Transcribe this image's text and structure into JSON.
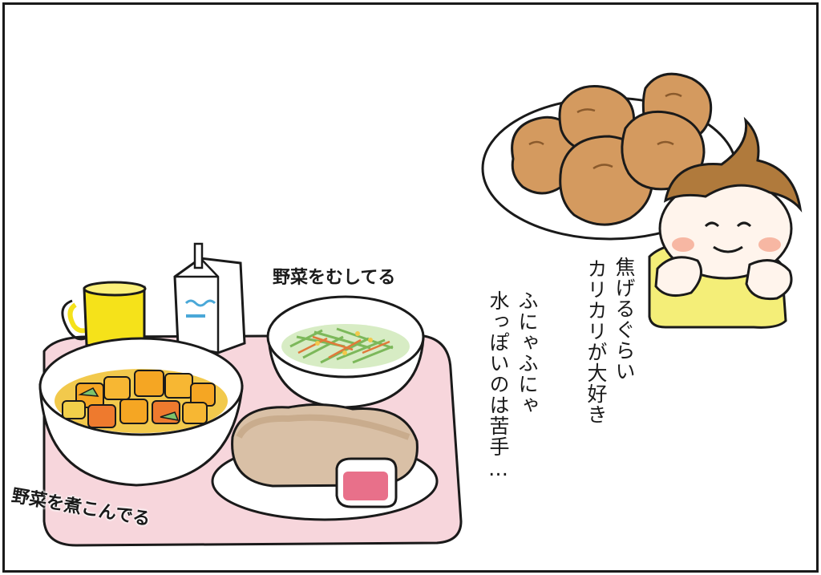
{
  "captions": {
    "peeled_vegetables": "野菜をむしてる",
    "simmered_vegetables": "野菜を煮こんでる",
    "crispy_line1": "焦げるぐらい",
    "crispy_line2": "カリカリが大好き",
    "soggy_line1": "ふにゃふにゃ",
    "soggy_line2": "水っぽいのは苦手…"
  },
  "colors": {
    "tray": "#f7d6dc",
    "cup": "#f5e21a",
    "karaage": "#d49a5f",
    "hair": "#b07a3c",
    "shirt": "#f4ee78",
    "ink": "#1a1a1a"
  }
}
